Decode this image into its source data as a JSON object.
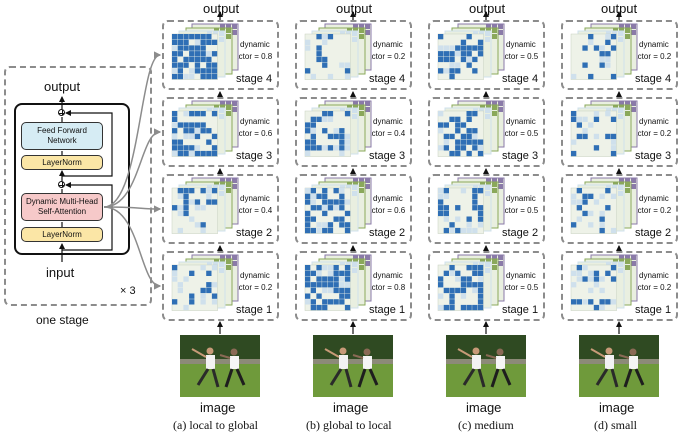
{
  "one_stage": {
    "output": "output",
    "input": "input",
    "ffn": "Feed Forward Network",
    "layernorm": "LayerNorm",
    "attention": "Dynamic Multi-Head Self-Attention",
    "repeat": "× 3",
    "caption": "one stage"
  },
  "columns": [
    {
      "output": "output",
      "image_label": "image",
      "caption": "(a) local to global",
      "stages": [
        {
          "label": "stage 4",
          "dyn": "dynamic",
          "factor": "factor = 0.8"
        },
        {
          "label": "stage 3",
          "dyn": "dynamic",
          "factor": "factor = 0.6"
        },
        {
          "label": "stage 2",
          "dyn": "dynamic",
          "factor": "factor = 0.4"
        },
        {
          "label": "stage 1",
          "dyn": "dynamic",
          "factor": "factor = 0.2"
        }
      ]
    },
    {
      "output": "output",
      "image_label": "image",
      "caption": "(b) global to local",
      "stages": [
        {
          "label": "stage 4",
          "dyn": "dynamic",
          "factor": "factor = 0.2"
        },
        {
          "label": "stage 3",
          "dyn": "dynamic",
          "factor": "factor = 0.4"
        },
        {
          "label": "stage 2",
          "dyn": "dynamic",
          "factor": "factor = 0.6"
        },
        {
          "label": "stage 1",
          "dyn": "dynamic",
          "factor": "factor = 0.8"
        }
      ]
    },
    {
      "output": "output",
      "image_label": "image",
      "caption": "(c) medium",
      "stages": [
        {
          "label": "stage 4",
          "dyn": "dynamic",
          "factor": "factor = 0.5"
        },
        {
          "label": "stage 3",
          "dyn": "dynamic",
          "factor": "factor = 0.5"
        },
        {
          "label": "stage 2",
          "dyn": "dynamic",
          "factor": "factor = 0.5"
        },
        {
          "label": "stage 1",
          "dyn": "dynamic",
          "factor": "factor = 0.5"
        }
      ]
    },
    {
      "output": "output",
      "image_label": "image",
      "caption": "(d) small",
      "stages": [
        {
          "label": "stage 4",
          "dyn": "dynamic",
          "factor": "factor = 0.2"
        },
        {
          "label": "stage 3",
          "dyn": "dynamic",
          "factor": "factor = 0.2"
        },
        {
          "label": "stage 2",
          "dyn": "dynamic",
          "factor": "factor = 0.2"
        },
        {
          "label": "stage 1",
          "dyn": "dynamic",
          "factor": "factor = 0.2"
        }
      ]
    }
  ],
  "colors": {
    "dashed_border": "#8c8c8c",
    "ffn": "#d6ecf4",
    "layernorm": "#fbe6a6",
    "attention": "#f6c9c9",
    "token_blue": "#2f6fb5",
    "token_light": "#cfe0ec",
    "token_green": "#8aa85a",
    "token_purple": "#8a7aa8",
    "grid_bg": "#e9efe0"
  }
}
